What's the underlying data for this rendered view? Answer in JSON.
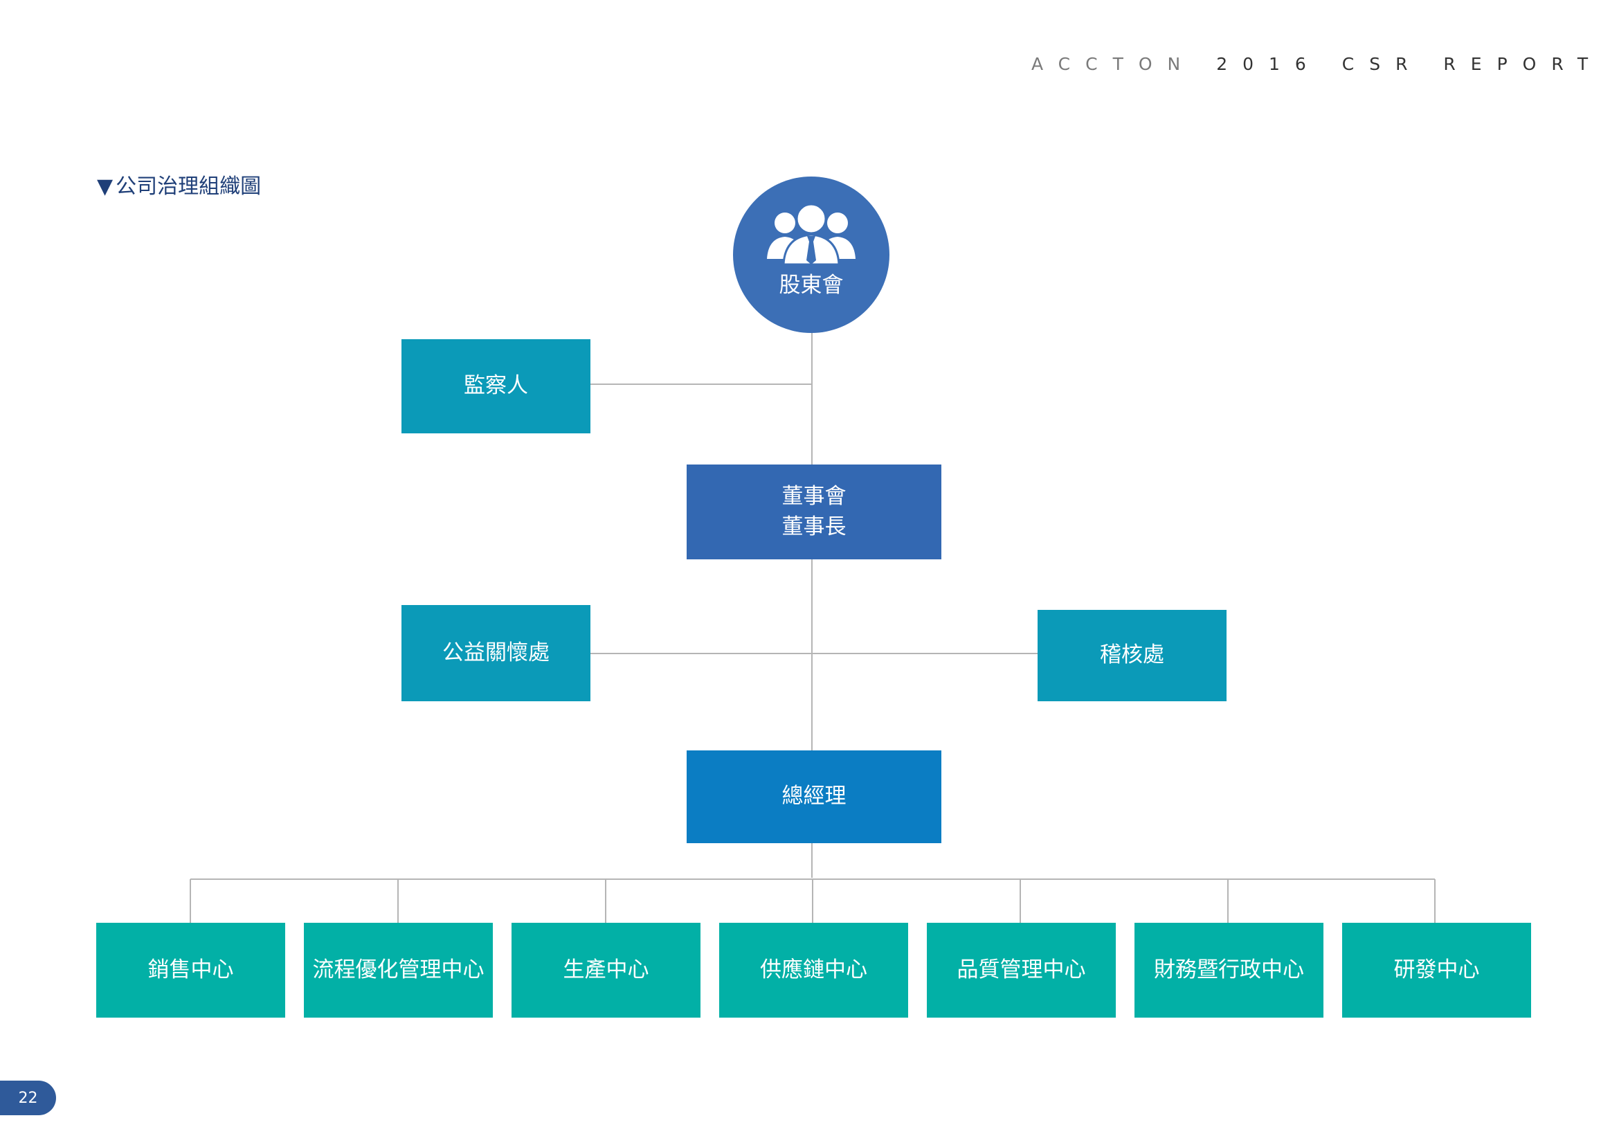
{
  "header": {
    "brand": "ACCTON",
    "year": "2016",
    "report": "CSR REPORT"
  },
  "section_title": "公司治理組織圖",
  "section_marker": "▼",
  "org": {
    "shareholders": "股東會",
    "supervisors": "監察人",
    "board_line1": "董事會",
    "board_line2": "董事長",
    "charity": "公益關懷處",
    "audit": "稽核處",
    "gm": "總經理",
    "centers": [
      "銷售中心",
      "流程優化管理中心",
      "生產中心",
      "供應鏈中心",
      "品質管理中心",
      "財務暨行政中心",
      "研發中心"
    ]
  },
  "page_number": "22",
  "colors": {
    "circle": "#3c6fb6",
    "teal": "#0b9ab8",
    "board": "#3368b2",
    "gm": "#0b7dc3",
    "centers": "#02b0a6",
    "lines": "#b5b5b5"
  }
}
